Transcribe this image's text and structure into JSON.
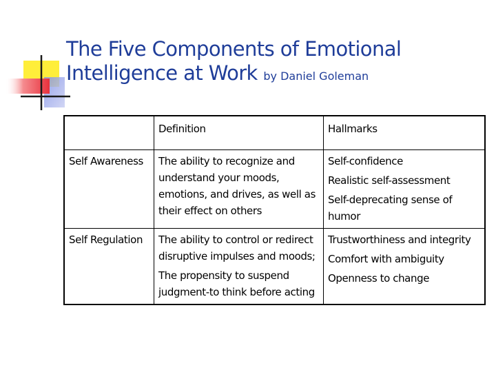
{
  "slide": {
    "title": "The Five Components of Emotional Intelligence at Work",
    "title_line1": "The Five Components of Emotional",
    "title_line2": "Intelligence at Work",
    "subtitle": "by Daniel Goleman"
  },
  "table": {
    "headers": [
      "",
      "Definition",
      "Hallmarks"
    ],
    "rows": [
      {
        "component": "Self Awareness",
        "definition": [
          "The ability to recognize and understand your moods, emotions, and drives, as well as their effect on others"
        ],
        "hallmarks": [
          "Self-confidence",
          "Realistic self-assessment",
          "Self-deprecating sense of humor"
        ]
      },
      {
        "component": "Self Regulation",
        "definition": [
          "The ability to control or redirect disruptive impulses and moods;",
          "The propensity to suspend judgment-to think before acting"
        ],
        "hallmarks": [
          "Trustworthiness and integrity",
          "Comfort with ambiguity",
          "Openness to change"
        ]
      }
    ]
  },
  "colors": {
    "title": "#1f3d99",
    "logo_yellow": "#ffee3a",
    "logo_red": "#f0414a",
    "logo_blue": "#3a4fcf"
  }
}
